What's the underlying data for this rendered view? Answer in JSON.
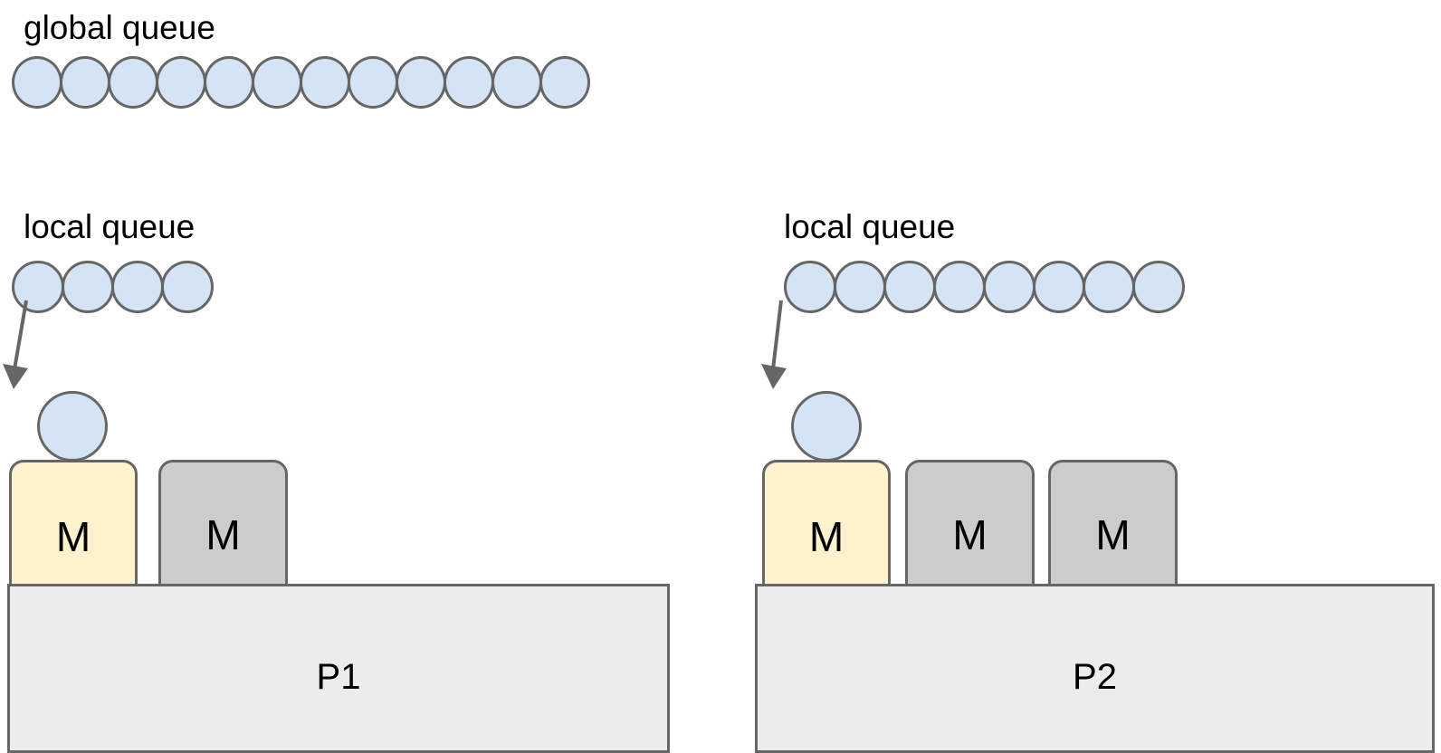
{
  "diagram": {
    "title_visible": false,
    "colors": {
      "token_fill": "#d4e4f4",
      "stroke": "#666666",
      "m_active_fill": "#fdf2cc",
      "m_idle_fill": "#cccccc",
      "processor_fill": "#ececec",
      "text": "#000000",
      "background": "#ffffff"
    }
  },
  "global_queue": {
    "label": "global queue",
    "token_count": 12,
    "tokens": [
      "G1",
      "G2",
      "G3",
      "G4",
      "G5",
      "G6",
      "G7",
      "G8",
      "G9",
      "G10",
      "G11",
      "G12"
    ]
  },
  "processors": [
    {
      "id": "P1",
      "name": "P1",
      "local_queue": {
        "label": "local queue",
        "token_count": 4,
        "tokens": [
          "L1",
          "L2",
          "L3",
          "L4"
        ]
      },
      "running_token": "G",
      "machines": [
        {
          "label": "M",
          "state": "active"
        },
        {
          "label": "M",
          "state": "idle"
        }
      ]
    },
    {
      "id": "P2",
      "name": "P2",
      "local_queue": {
        "label": "local queue",
        "token_count": 8,
        "tokens": [
          "L1",
          "L2",
          "L3",
          "L4",
          "L5",
          "L6",
          "L7",
          "L8"
        ]
      },
      "running_token": "G",
      "machines": [
        {
          "label": "M",
          "state": "active"
        },
        {
          "label": "M",
          "state": "idle"
        },
        {
          "label": "M",
          "state": "idle"
        }
      ]
    }
  ],
  "arrows": [
    {
      "name": "dispatch-arrow-p1",
      "from": "local-queue-p1",
      "to": "machine-p1-0"
    },
    {
      "name": "dispatch-arrow-p2",
      "from": "local-queue-p2",
      "to": "machine-p2-0"
    }
  ]
}
